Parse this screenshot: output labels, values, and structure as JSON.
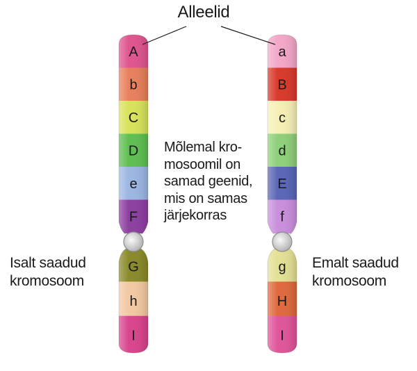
{
  "alleles_label": "Alleelid",
  "description_lines": [
    "Mõlemal kro-",
    "mosoomil on",
    "samad geenid,",
    "mis on samas",
    "järjekorras"
  ],
  "father_label_lines": [
    "Isalt saadud",
    "kromosoom"
  ],
  "mother_label_lines": [
    "Emalt saadud",
    "kromosoom"
  ],
  "left_chromosome": {
    "top_segments": [
      {
        "label": "A",
        "color": "#e0558f"
      },
      {
        "label": "b",
        "color": "#e8805d"
      },
      {
        "label": "C",
        "color": "#d8e35a"
      },
      {
        "label": "D",
        "color": "#5fbf52"
      },
      {
        "label": "e",
        "color": "#9db7e3"
      },
      {
        "label": "F",
        "color": "#8d3fa0"
      }
    ],
    "bottom_segments": [
      {
        "label": "G",
        "color": "#8a8a2a"
      },
      {
        "label": "h",
        "color": "#f2c9a3"
      },
      {
        "label": "I",
        "color": "#d9458c"
      }
    ]
  },
  "right_chromosome": {
    "top_segments": [
      {
        "label": "a",
        "color": "#f3a8c8"
      },
      {
        "label": "B",
        "color": "#d93a2b"
      },
      {
        "label": "c",
        "color": "#f6f0b6"
      },
      {
        "label": "d",
        "color": "#8fd07a"
      },
      {
        "label": "E",
        "color": "#5b66b8"
      },
      {
        "label": "f",
        "color": "#c98fdc"
      }
    ],
    "bottom_segments": [
      {
        "label": "g",
        "color": "#e4e094"
      },
      {
        "label": "H",
        "color": "#e06a3e"
      },
      {
        "label": "I",
        "color": "#e0559b"
      }
    ]
  },
  "centromere_color": "#dcdcdc"
}
